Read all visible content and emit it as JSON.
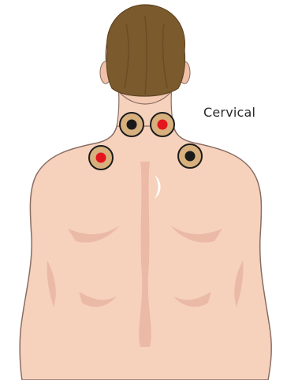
{
  "label": "Cervical",
  "colors": {
    "skin": "#f6d2bd",
    "skin_shadow": "#eab6a2",
    "outline": "#8a6d63",
    "hair": "#7b5a2e",
    "hair_dark": "#5f4420",
    "electrode_pad": "#d8b07e",
    "electrode_ring": "#1c1c1c",
    "electrode_red": "#e4161f",
    "electrode_black": "#1a1a1a"
  },
  "electrodes": [
    {
      "name": "upper-left",
      "polarity": "black"
    },
    {
      "name": "upper-right",
      "polarity": "red"
    },
    {
      "name": "lower-left",
      "polarity": "red"
    },
    {
      "name": "lower-right",
      "polarity": "black"
    }
  ]
}
